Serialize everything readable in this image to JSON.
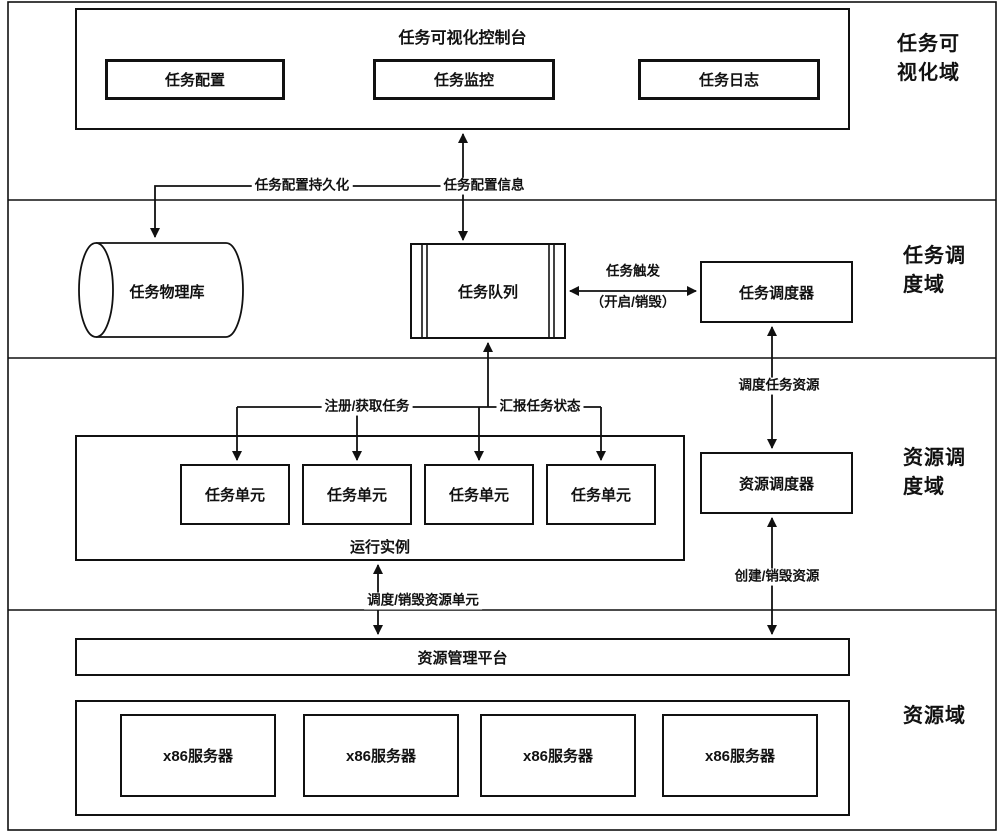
{
  "domains": {
    "visualization": {
      "line1": "任务可",
      "line2": "视化域"
    },
    "task_scheduling": {
      "line1": "任务调",
      "line2": "度域"
    },
    "resource_scheduling": {
      "line1": "资源调",
      "line2": "度域"
    },
    "resource": {
      "line1": "资源域"
    }
  },
  "console": {
    "title": "任务可视化控制台",
    "modules": [
      "任务配置",
      "任务监控",
      "任务日志"
    ]
  },
  "nodes": {
    "database": "任务物理库",
    "queue": "任务队列",
    "task_scheduler": "任务调度器",
    "resource_scheduler": "资源调度器",
    "instance_label": "运行实例",
    "task_units": [
      "任务单元",
      "任务单元",
      "任务单元",
      "任务单元"
    ],
    "platform": "资源管理平台",
    "servers": [
      "x86服务器",
      "x86服务器",
      "x86服务器",
      "x86服务器"
    ]
  },
  "edges": {
    "config_persist": "任务配置持久化",
    "config_info": "任务配置信息",
    "trigger_line1": "任务触发",
    "trigger_line2": "（开启/销毁）",
    "register_fetch": "注册/获取任务",
    "report_status": "汇报任务状态",
    "schedule_task_resource": "调度任务资源",
    "create_destroy_resource": "创建/销毁资源",
    "schedule_destroy_unit": "调度/销毁资源单元"
  }
}
